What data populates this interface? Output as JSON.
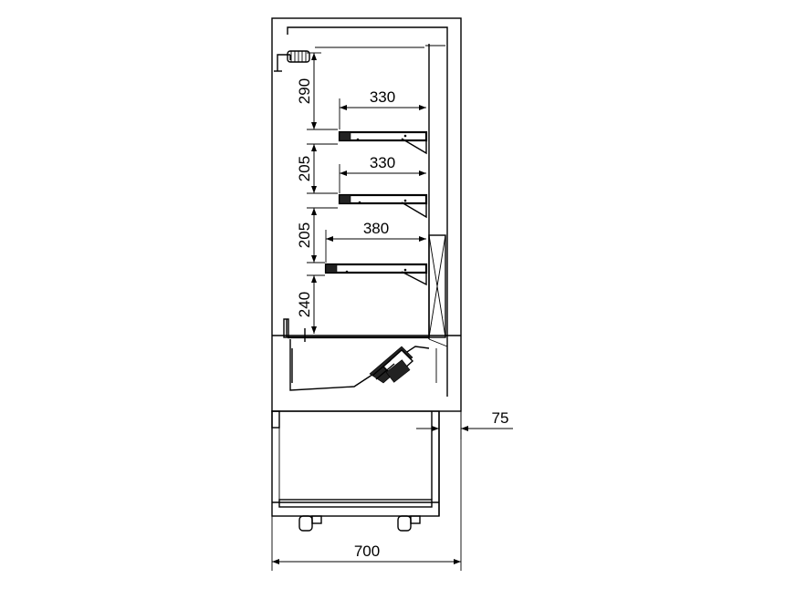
{
  "dimensions": {
    "outer_width": "700",
    "base_offset": "75",
    "shelf_spacing": [
      "290",
      "205",
      "205",
      "240"
    ],
    "shelf_depths": [
      "330",
      "330",
      "380"
    ]
  }
}
